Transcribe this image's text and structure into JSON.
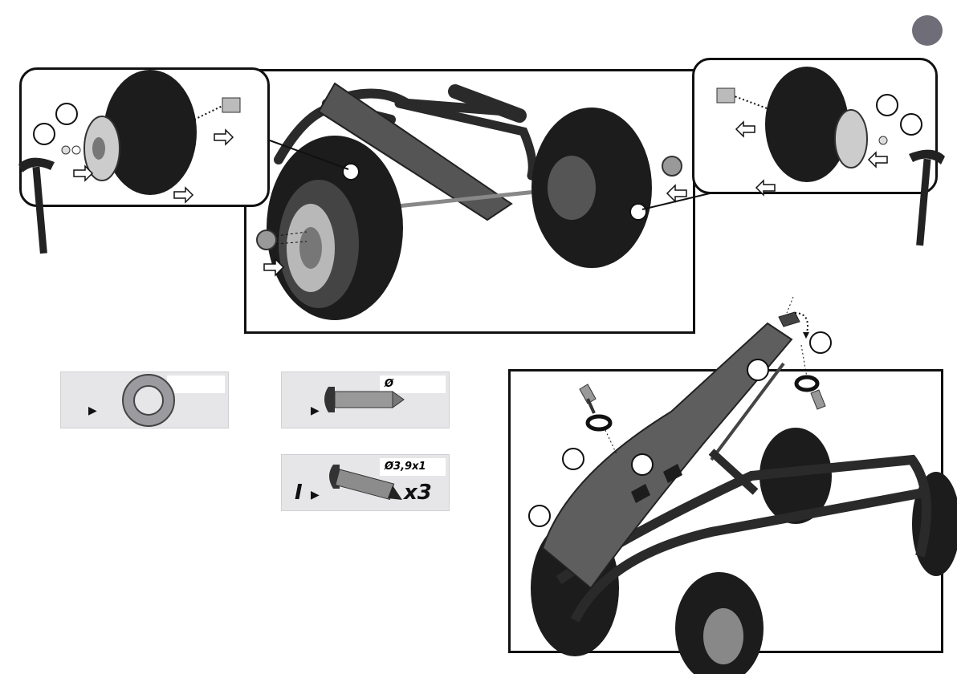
{
  "page_number": "",
  "parts": {
    "lock_washer": {
      "label": "",
      "quantity": ""
    },
    "screw_small": {
      "label": "Ø",
      "quantity": ""
    },
    "screw_long": {
      "label": "Ø3,9x1",
      "quantity": "x3",
      "prefix": "I"
    }
  },
  "colors": {
    "page_badge": "#6e6d78",
    "tire": "#1c1c1c",
    "frame": "#2a2a2a",
    "part_card": "#e6e6e8"
  }
}
